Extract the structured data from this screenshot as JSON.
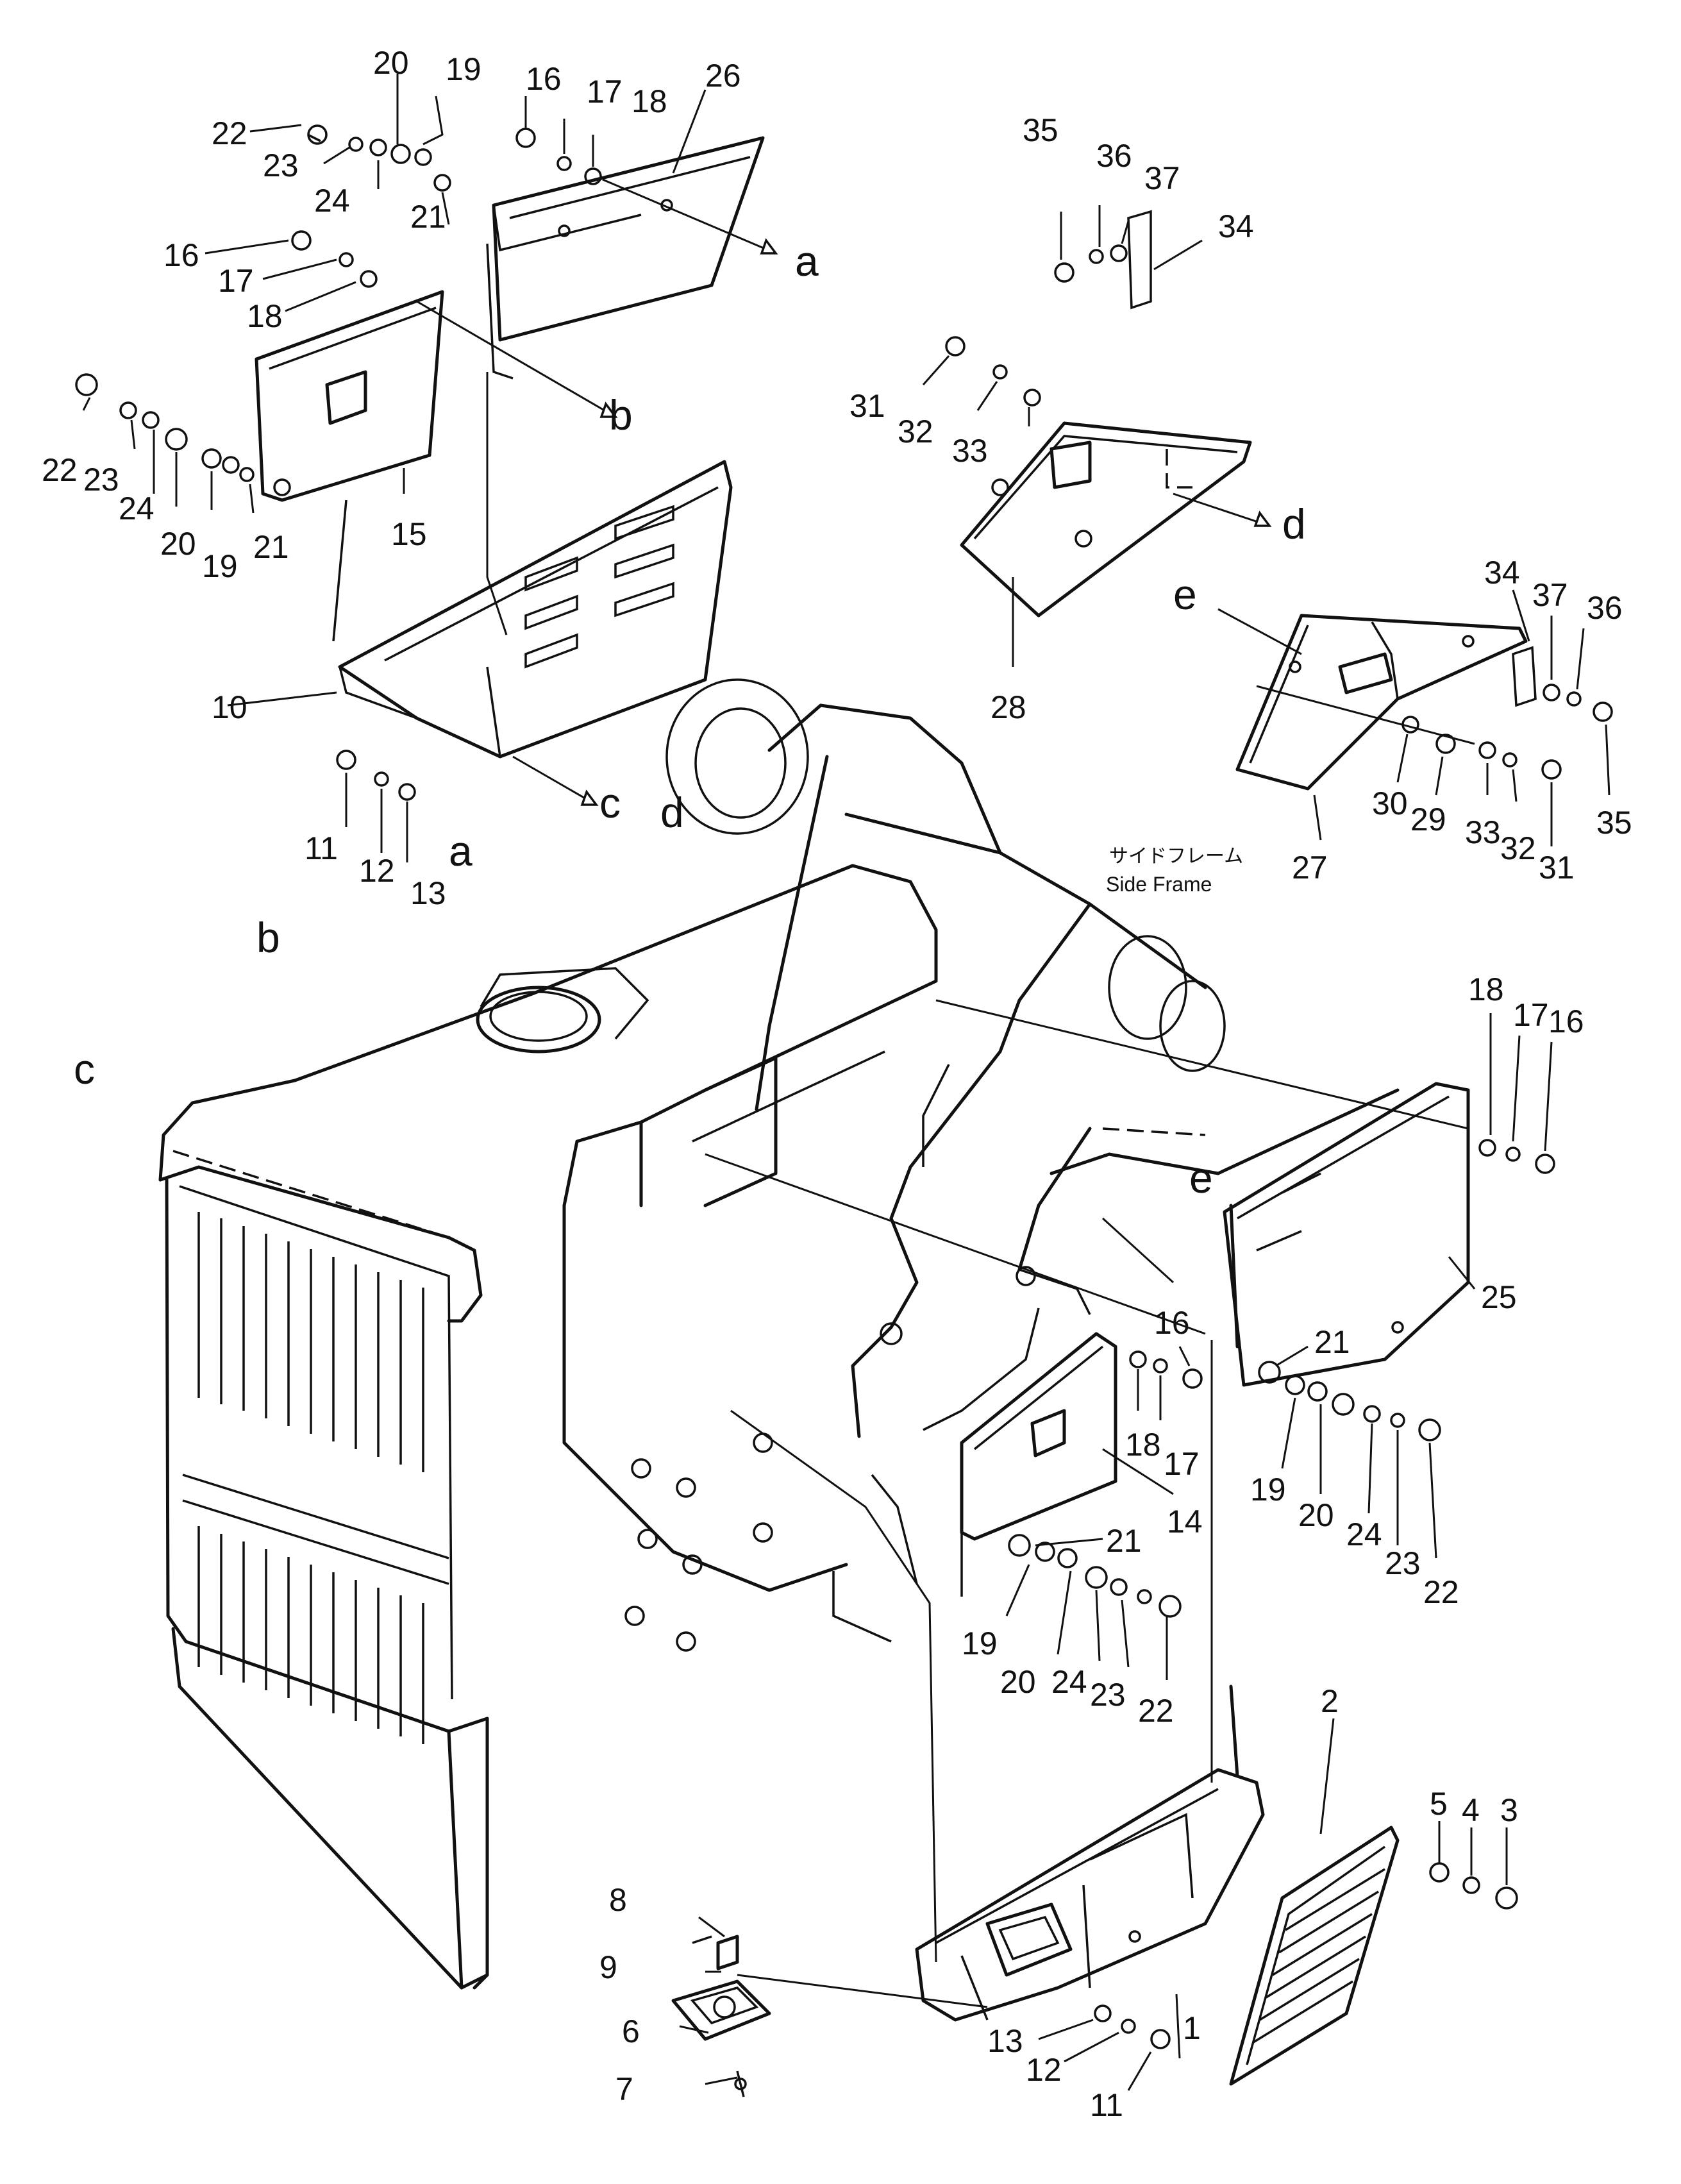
{
  "callouts": [
    {
      "id": "c20a",
      "text": "20"
    },
    {
      "id": "c19a",
      "text": "19"
    },
    {
      "id": "c16a",
      "text": "16"
    },
    {
      "id": "c17a",
      "text": "17"
    },
    {
      "id": "c18a",
      "text": "18"
    },
    {
      "id": "c26",
      "text": "26"
    },
    {
      "id": "c22a",
      "text": "22"
    },
    {
      "id": "c23a",
      "text": "23"
    },
    {
      "id": "c24a",
      "text": "24"
    },
    {
      "id": "c21a",
      "text": "21"
    },
    {
      "id": "c16b",
      "text": "16"
    },
    {
      "id": "c17b",
      "text": "17"
    },
    {
      "id": "c18b",
      "text": "18"
    },
    {
      "id": "c22b",
      "text": "22"
    },
    {
      "id": "c23b",
      "text": "23"
    },
    {
      "id": "c24b",
      "text": "24"
    },
    {
      "id": "c20b",
      "text": "20"
    },
    {
      "id": "c19b",
      "text": "19"
    },
    {
      "id": "c21b",
      "text": "21"
    },
    {
      "id": "c15",
      "text": "15"
    },
    {
      "id": "c10",
      "text": "10"
    },
    {
      "id": "c11a",
      "text": "11"
    },
    {
      "id": "c12a",
      "text": "12"
    },
    {
      "id": "c13a",
      "text": "13"
    },
    {
      "id": "c35a",
      "text": "35"
    },
    {
      "id": "c36a",
      "text": "36"
    },
    {
      "id": "c37a",
      "text": "37"
    },
    {
      "id": "c34a",
      "text": "34"
    },
    {
      "id": "c31a",
      "text": "31"
    },
    {
      "id": "c32a",
      "text": "32"
    },
    {
      "id": "c33a",
      "text": "33"
    },
    {
      "id": "c28",
      "text": "28"
    },
    {
      "id": "c34b",
      "text": "34"
    },
    {
      "id": "c37b",
      "text": "37"
    },
    {
      "id": "c36b",
      "text": "36"
    },
    {
      "id": "c30",
      "text": "30"
    },
    {
      "id": "c29",
      "text": "29"
    },
    {
      "id": "c33b",
      "text": "33"
    },
    {
      "id": "c32b",
      "text": "32"
    },
    {
      "id": "c31b",
      "text": "31"
    },
    {
      "id": "c35b",
      "text": "35"
    },
    {
      "id": "c27",
      "text": "27"
    },
    {
      "id": "c18c",
      "text": "18"
    },
    {
      "id": "c17c",
      "text": "17"
    },
    {
      "id": "c16c",
      "text": "16"
    },
    {
      "id": "c25",
      "text": "25"
    },
    {
      "id": "c16d",
      "text": "16"
    },
    {
      "id": "c21c",
      "text": "21"
    },
    {
      "id": "c18d",
      "text": "18"
    },
    {
      "id": "c17d",
      "text": "17"
    },
    {
      "id": "c19c",
      "text": "19"
    },
    {
      "id": "c20c",
      "text": "20"
    },
    {
      "id": "c24c",
      "text": "24"
    },
    {
      "id": "c23c",
      "text": "23"
    },
    {
      "id": "c22c",
      "text": "22"
    },
    {
      "id": "c14",
      "text": "14"
    },
    {
      "id": "c21d",
      "text": "21"
    },
    {
      "id": "c19d",
      "text": "19"
    },
    {
      "id": "c20d",
      "text": "20"
    },
    {
      "id": "c24d",
      "text": "24"
    },
    {
      "id": "c23d",
      "text": "23"
    },
    {
      "id": "c22d",
      "text": "22"
    },
    {
      "id": "c2",
      "text": "2"
    },
    {
      "id": "c5",
      "text": "5"
    },
    {
      "id": "c4",
      "text": "4"
    },
    {
      "id": "c3",
      "text": "3"
    },
    {
      "id": "c8",
      "text": "8"
    },
    {
      "id": "c9",
      "text": "9"
    },
    {
      "id": "c6",
      "text": "6"
    },
    {
      "id": "c7",
      "text": "7"
    },
    {
      "id": "c13b",
      "text": "13"
    },
    {
      "id": "c12b",
      "text": "12"
    },
    {
      "id": "c11b",
      "text": "11"
    },
    {
      "id": "c1",
      "text": "1"
    }
  ],
  "letters": [
    {
      "id": "la1",
      "text": "a"
    },
    {
      "id": "lb1",
      "text": "b"
    },
    {
      "id": "lc1",
      "text": "c"
    },
    {
      "id": "ld1",
      "text": "d"
    },
    {
      "id": "le1",
      "text": "e"
    },
    {
      "id": "la2",
      "text": "a"
    },
    {
      "id": "ld2",
      "text": "d"
    },
    {
      "id": "lb2",
      "text": "b"
    },
    {
      "id": "lc2",
      "text": "c"
    },
    {
      "id": "le2",
      "text": "e"
    }
  ],
  "side_frame": {
    "jp": "サイドフレーム",
    "en": "Side Frame"
  }
}
